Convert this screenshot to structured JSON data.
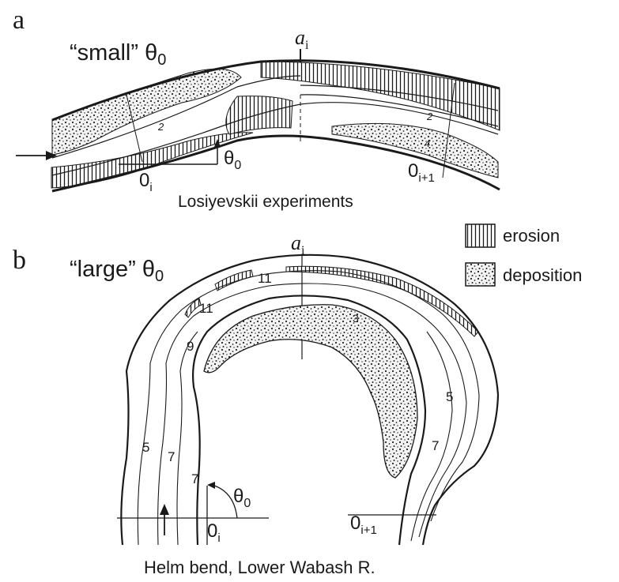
{
  "panel_a": {
    "letter": "a",
    "heading_word": "“small”",
    "theta": "θ",
    "theta_sub": "0",
    "apex_a": "a",
    "apex_sub": "i",
    "origin_left": "0",
    "origin_left_sub": "i",
    "origin_right": "0",
    "origin_right_sub": "i+1",
    "angle_theta": "θ",
    "angle_sub": "0",
    "contour_labels": [
      "2",
      "2",
      "4"
    ],
    "caption": "Losiyevskii experiments"
  },
  "panel_b": {
    "letter": "b",
    "heading_word": "“large”",
    "theta": "θ",
    "theta_sub": "0",
    "apex_a": "a",
    "apex_sub": "i",
    "origin_left": "0",
    "origin_left_sub": "i",
    "origin_right": "0",
    "origin_right_sub": "i+1",
    "angle_theta": "θ",
    "angle_sub": "0",
    "depth_labels": [
      "11",
      "11",
      "9",
      "3",
      "5",
      "7",
      "5",
      "7",
      "7"
    ],
    "caption": "Helm bend, Lower Wabash R."
  },
  "legend": {
    "items": [
      {
        "label": "erosion",
        "pattern": "vertical-hatch"
      },
      {
        "label": "deposition",
        "pattern": "stipple"
      }
    ]
  },
  "colors": {
    "ink": "#1a1a1a",
    "background": "#ffffff"
  }
}
